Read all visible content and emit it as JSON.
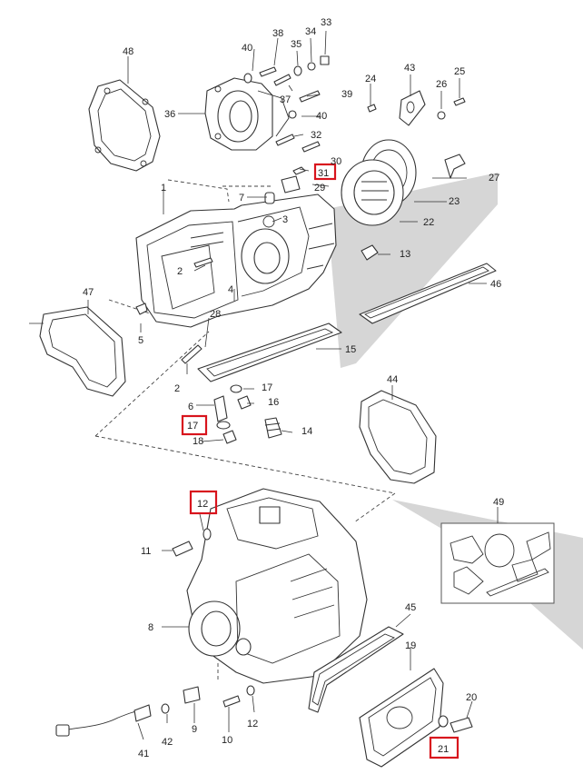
{
  "callouts": [
    {
      "id": "n1",
      "text": "1"
    },
    {
      "id": "n2a",
      "text": "2"
    },
    {
      "id": "n2b",
      "text": "2"
    },
    {
      "id": "n3",
      "text": "3"
    },
    {
      "id": "n4",
      "text": "4"
    },
    {
      "id": "n5",
      "text": "5"
    },
    {
      "id": "n6",
      "text": "6"
    },
    {
      "id": "n7",
      "text": "7"
    },
    {
      "id": "n8",
      "text": "8"
    },
    {
      "id": "n9",
      "text": "9"
    },
    {
      "id": "n10",
      "text": "10"
    },
    {
      "id": "n11",
      "text": "11"
    },
    {
      "id": "n12a",
      "text": "12"
    },
    {
      "id": "n12b",
      "text": "12"
    },
    {
      "id": "n13",
      "text": "13"
    },
    {
      "id": "n14",
      "text": "14"
    },
    {
      "id": "n15",
      "text": "15"
    },
    {
      "id": "n16",
      "text": "16"
    },
    {
      "id": "n17a",
      "text": "17"
    },
    {
      "id": "n17b",
      "text": "17"
    },
    {
      "id": "n18",
      "text": "18"
    },
    {
      "id": "n19",
      "text": "19"
    },
    {
      "id": "n20",
      "text": "20"
    },
    {
      "id": "n21",
      "text": "21"
    },
    {
      "id": "n22",
      "text": "22"
    },
    {
      "id": "n23",
      "text": "23"
    },
    {
      "id": "n24",
      "text": "24"
    },
    {
      "id": "n25",
      "text": "25"
    },
    {
      "id": "n26",
      "text": "26"
    },
    {
      "id": "n27",
      "text": "27"
    },
    {
      "id": "n28",
      "text": "28"
    },
    {
      "id": "n29",
      "text": "29"
    },
    {
      "id": "n30",
      "text": "30"
    },
    {
      "id": "n31",
      "text": "31"
    },
    {
      "id": "n32",
      "text": "32"
    },
    {
      "id": "n33",
      "text": "33"
    },
    {
      "id": "n34",
      "text": "34"
    },
    {
      "id": "n35",
      "text": "35"
    },
    {
      "id": "n36",
      "text": "36"
    },
    {
      "id": "n37",
      "text": "37"
    },
    {
      "id": "n38",
      "text": "38"
    },
    {
      "id": "n39",
      "text": "39"
    },
    {
      "id": "n40a",
      "text": "40"
    },
    {
      "id": "n40b",
      "text": "40"
    },
    {
      "id": "n41",
      "text": "41"
    },
    {
      "id": "n42",
      "text": "42"
    },
    {
      "id": "n43",
      "text": "43"
    },
    {
      "id": "n44",
      "text": "44"
    },
    {
      "id": "n45",
      "text": "45"
    },
    {
      "id": "n46",
      "text": "46"
    },
    {
      "id": "n47",
      "text": "47"
    },
    {
      "id": "n48",
      "text": "48"
    },
    {
      "id": "n49",
      "text": "49"
    }
  ],
  "highlighted": [
    "12",
    "17",
    "21",
    "31"
  ],
  "colors": {
    "highlight": "#d8141d",
    "line": "#333333",
    "shade": "#cfcfcf"
  }
}
